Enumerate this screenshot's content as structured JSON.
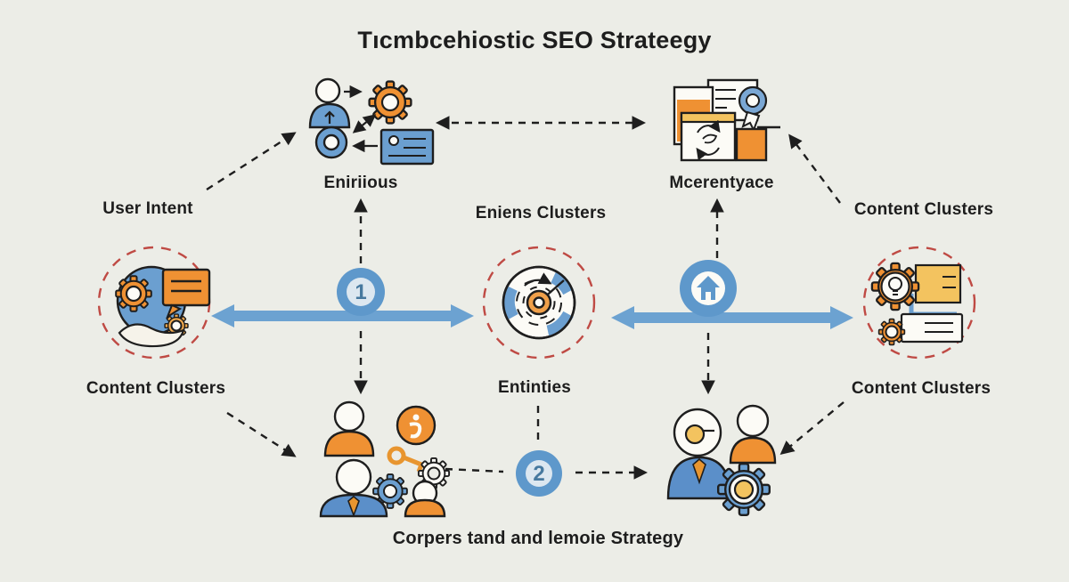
{
  "title": "Tıcmbcehiostic SEO Strateegy",
  "caption": "Corpers tand and lemoie Strategy",
  "labels": {
    "user_intent": "User Intent",
    "eniens_clusters": "Eniens Clusters",
    "content_clusters_top_right": "Content Clusters",
    "eniriious": "Eniriious",
    "mcerentyace": "Mcerentyace",
    "content_clusters_left": "Content Clusters",
    "entities": "Entinties",
    "content_clusters_right": "Content Clusters"
  },
  "badges": {
    "step1": "1",
    "step2": "2"
  },
  "nodes": {
    "top_left_cluster": {
      "label": "Eniriious",
      "icons": [
        "user-icon",
        "gear-icon",
        "lens-ring-icon",
        "id-card-icon",
        "arrow-icons"
      ]
    },
    "top_right_cluster": {
      "label": "Mcerentyace",
      "icons": [
        "document-icon",
        "ribbon-badge-icon",
        "sync-window-icon",
        "orange-square-icon"
      ]
    },
    "left_node": {
      "label": "Content Clusters",
      "icons": [
        "globe-icon",
        "gear-icon",
        "speech-bubble-icon",
        "hand-icon"
      ],
      "ring": "dashed-red-circle"
    },
    "center_node": {
      "label": "Entinties",
      "icons": [
        "maze-target-icon",
        "target-donut-icon",
        "pointer-arrow-icon"
      ],
      "ring": "dashed-red-circle"
    },
    "right_node": {
      "label": "Content Clusters",
      "icons": [
        "gear-lightbulb-icon",
        "note-card-icon",
        "document-icon",
        "gear-icon"
      ],
      "ring": "dashed-red-circle"
    },
    "bottom_left_cluster": {
      "icons": [
        "team-users-icon",
        "info-badge-icon",
        "key-icon",
        "gear-icons"
      ]
    },
    "bottom_right_cluster": {
      "icons": [
        "analyst-user-icon",
        "user-icon",
        "gear-icon"
      ]
    },
    "step1_badge": {
      "icon": "number-1-badge"
    },
    "home_badge": {
      "icon": "home-icon-badge"
    },
    "step2_badge": {
      "icon": "number-2-badge"
    }
  },
  "colors": {
    "background": "#ecede7",
    "ink": "#1e1e1e",
    "arrow_blue": "#6ca2d1",
    "badge_blue": "#5e98cb",
    "icon_blue": "#6b9fd0",
    "person_blue": "#5b8fc9",
    "orange": "#ef9133",
    "yellow": "#f3c35f",
    "dashed_ring_red": "#bf4a44"
  }
}
